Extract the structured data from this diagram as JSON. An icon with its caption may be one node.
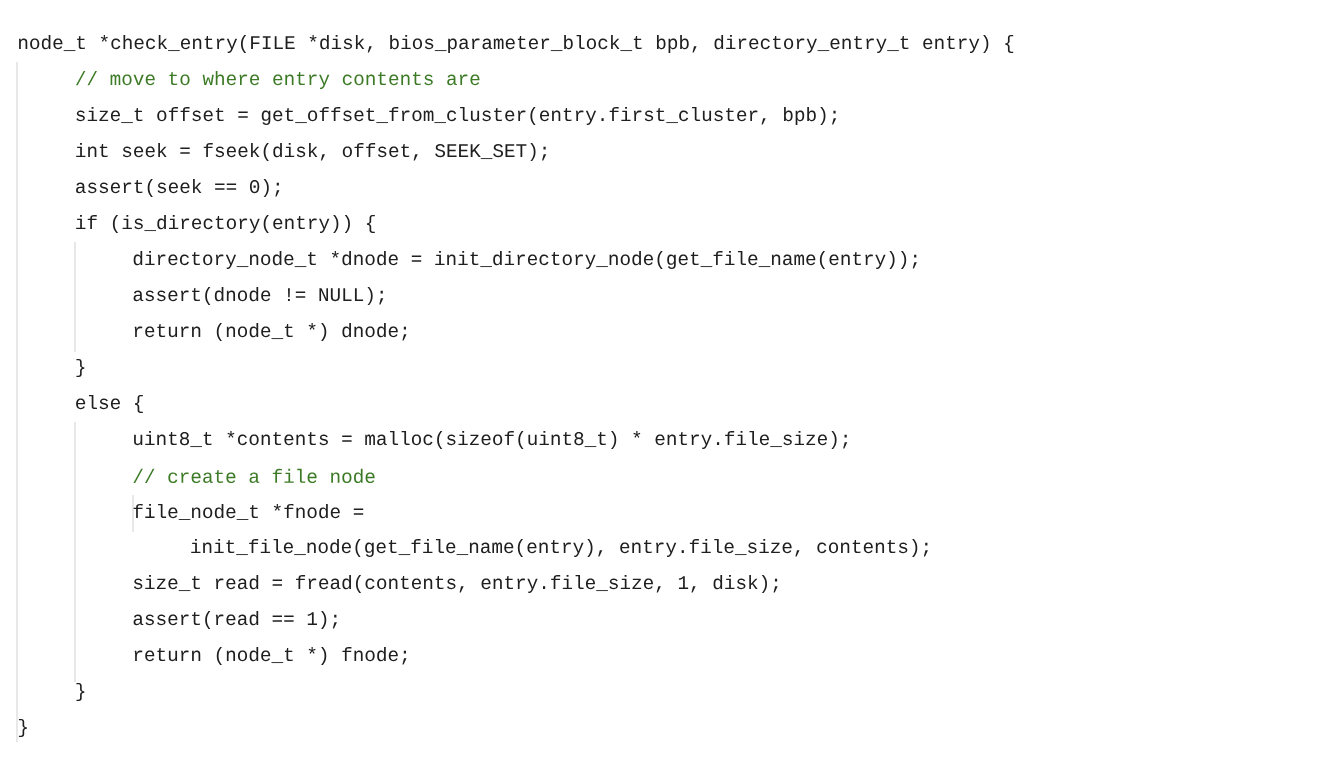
{
  "diagram": {
    "labels": [
      "node_t *check_entry(FILE *disk, bios_parameter_block_t bpb, directory_entry_t entry) {",
      "// move to where entry contents are",
      "size_t offset = get_offset_from_cluster(entry.first_cluster, bpb);",
      "int seek = fseek(disk, offset, SEEK_SET);",
      "assert(seek == 0);",
      "if (is_directory(entry)) {",
      "directory_node_t *dnode = init_directory_node(get_file_name(entry));",
      "assert(dnode != NULL);",
      "return (node_t *) dnode;",
      "}",
      "else {",
      "uint8_t *contents = malloc(sizeof(uint8_t) * entry.file_size);",
      "// create a file node",
      "file_node_t *fnode =",
      "init_file_node(get_file_name(entry), entry.file_size, contents);",
      "size_t read = fread(contents, entry.file_size, 1, disk);",
      "assert(read == 1);",
      "return (node_t *) fnode;",
      "}",
      "}"
    ]
  }
}
